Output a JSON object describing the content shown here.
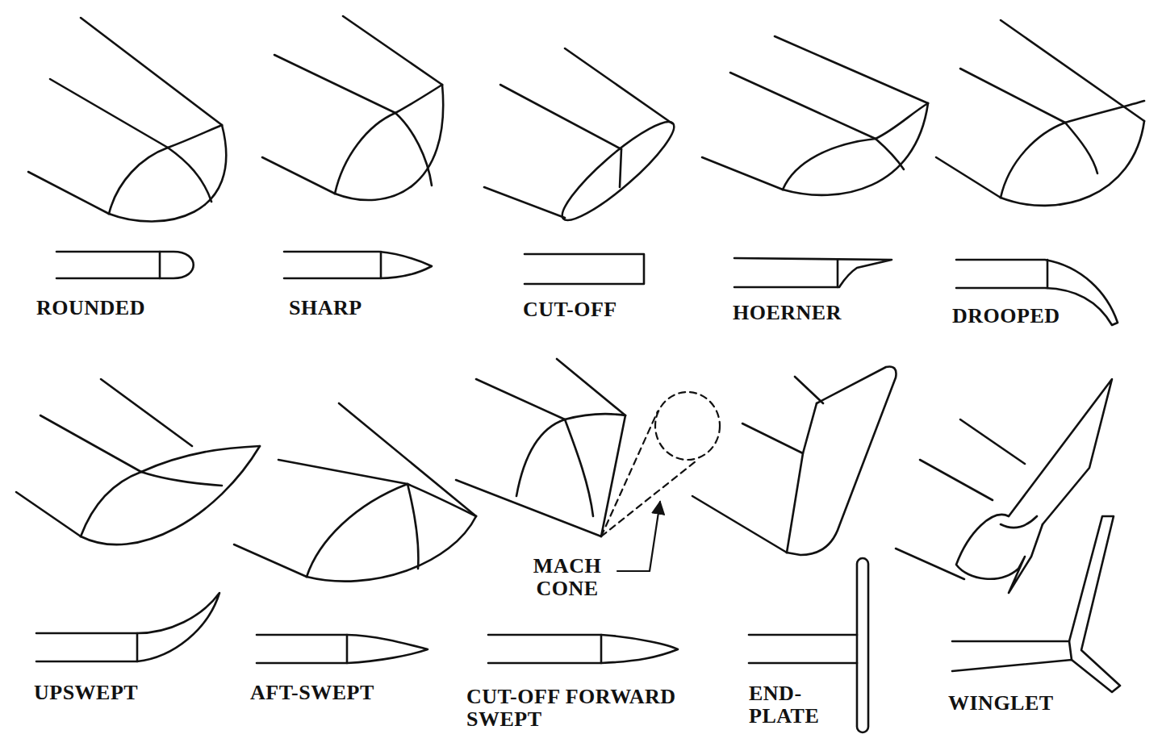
{
  "diagram": {
    "labels": [
      "ROUNDED",
      "SHARP",
      "CUT-OFF",
      "HOERNER",
      "DROOPED",
      "MACH CONE",
      "UPSWEPT",
      "AFT-SWEPT",
      "CUT-OFF FORWARD SWEPT",
      "END- PLATE",
      "WINGLET"
    ]
  }
}
